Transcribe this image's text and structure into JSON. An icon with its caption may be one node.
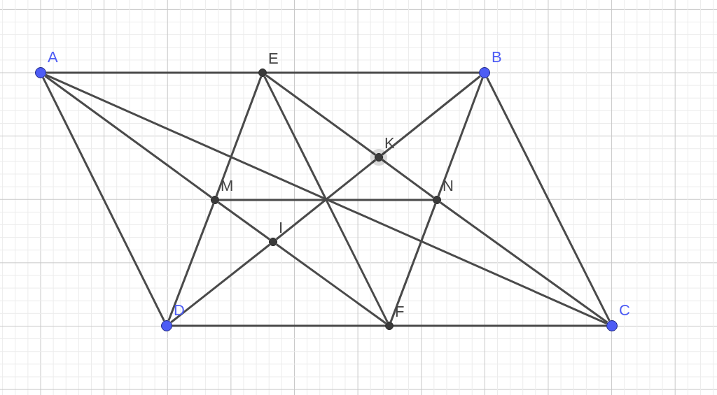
{
  "diagram": {
    "nodes": [
      {
        "text": [
          "A"
        ]
      },
      {
        "text": [
          "E"
        ]
      },
      {
        "text": [
          "B"
        ]
      },
      {
        "text": [
          "K"
        ]
      },
      {
        "text": [
          "M"
        ]
      },
      {
        "text": [
          "N"
        ]
      },
      {
        "text": [
          "I"
        ]
      },
      {
        "text": [
          "D"
        ]
      },
      {
        "text": [
          "F"
        ]
      },
      {
        "text": [
          "C"
        ]
      }
    ],
    "edges": [
      {
        "from": 0,
        "to": 1,
        "arrow": "none"
      },
      {
        "from": 1,
        "to": 2,
        "arrow": "none"
      },
      {
        "from": 7,
        "to": 8,
        "arrow": "none"
      },
      {
        "from": 8,
        "to": 9,
        "arrow": "none"
      },
      {
        "from": 0,
        "to": 7,
        "arrow": "none"
      },
      {
        "from": 2,
        "to": 9,
        "arrow": "none"
      },
      {
        "from": 0,
        "to": 9,
        "arrow": "none"
      },
      {
        "from": 0,
        "to": 4,
        "arrow": "none"
      },
      {
        "from": 4,
        "to": 6,
        "arrow": "none"
      },
      {
        "from": 6,
        "to": 8,
        "arrow": "none"
      },
      {
        "from": 1,
        "to": 3,
        "arrow": "none"
      },
      {
        "from": 3,
        "to": 5,
        "arrow": "none"
      },
      {
        "from": 5,
        "to": 9,
        "arrow": "none"
      },
      {
        "from": 7,
        "to": 6,
        "arrow": "none"
      },
      {
        "from": 6,
        "to": 3,
        "arrow": "none"
      },
      {
        "from": 3,
        "to": 2,
        "arrow": "none"
      },
      {
        "from": 1,
        "to": 4,
        "arrow": "none"
      },
      {
        "from": 4,
        "to": 7,
        "arrow": "none"
      },
      {
        "from": 1,
        "to": 8,
        "arrow": "none"
      },
      {
        "from": 2,
        "to": 5,
        "arrow": "none"
      },
      {
        "from": 5,
        "to": 8,
        "arrow": "none"
      },
      {
        "from": 4,
        "to": 5,
        "arrow": "none"
      }
    ]
  }
}
